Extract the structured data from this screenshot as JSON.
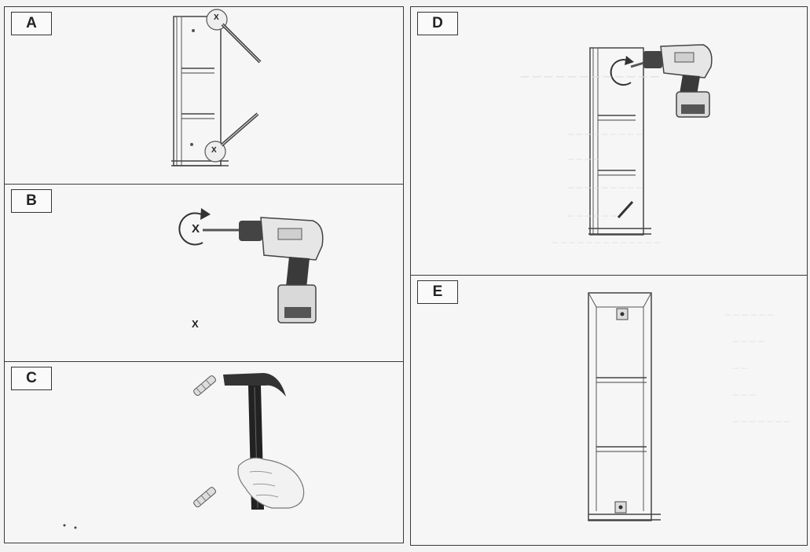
{
  "panels": {
    "a": {
      "label": "A"
    },
    "b": {
      "label": "B"
    },
    "c": {
      "label": "C"
    },
    "d": {
      "label": "D"
    },
    "e": {
      "label": "E"
    }
  },
  "marks": {
    "drill_mark": "X",
    "wall_mark": "X",
    "panel_a_top_mark": "X",
    "panel_a_bottom_mark": "X"
  }
}
